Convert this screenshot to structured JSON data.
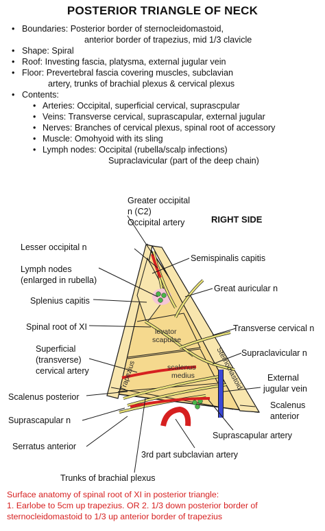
{
  "title": "POSTERIOR TRIANGLE OF NECK",
  "bullets": {
    "boundaries": "Boundaries: Posterior border of sternocleidomastoid,",
    "boundaries_cont": "anterior border of trapezius, mid 1/3 clavicle",
    "shape": "Shape: Spiral",
    "roof": "Roof: Investing fascia, platysma, external jugular vein",
    "floor": "Floor: Prevertebral fascia covering muscles, subclavian",
    "floor_cont": "artery, trunks of brachial plexus & cervical plexus",
    "contents": "Contents:",
    "arteries": "Arteries: Occipital, superficial cervical, suprascpular",
    "veins": "Veins: Transverse cervical, suprascapular, external jugular",
    "nerves": "Nerves: Branches of cervical plexus, spinal root of accessory",
    "muscle": "Muscle: Omohyoid with its sling",
    "lymph": "Lymph nodes: Occipital (rubella/scalp infections)",
    "lymph_cont": "Supraclavicular (part of the deep chain)"
  },
  "diagram": {
    "side_label": "RIGHT SIDE",
    "labels": {
      "greater_occipital_1": "Greater occipital",
      "greater_occipital_2": "n (C2)",
      "occipital_artery": "Occipital artery",
      "lesser_occipital": "Lesser occipital n",
      "semispinalis": "Semispinalis capitis",
      "lymph_1": "Lymph nodes",
      "lymph_2": "(enlarged in rubella)",
      "great_auricular": "Great auricular n",
      "splenius": "Splenius capitis",
      "spinal_root": "Spinal root of XI",
      "transverse_cervical": "Transverse cervical n",
      "superficial_1": "Superficial",
      "superficial_2": "(transverse)",
      "superficial_3": "cervical artery",
      "supraclavicular": "Supraclavicular n",
      "external_jugular_1": "External",
      "external_jugular_2": "jugular vein",
      "scalenus_posterior": "Scalenus posterior",
      "scalenus_anterior_1": "Scalenus",
      "scalenus_anterior_2": "anterior",
      "suprascapular_n": "Suprascapular n",
      "suprascapular_artery": "Suprascapular artery",
      "serratus": "Serratus anterior",
      "subclavian": "3rd part subclavian artery",
      "trunks": "Trunks of brachial plexus"
    },
    "inner": {
      "levator_1": "levator",
      "levator_2": "scapulae",
      "scalenus_medius_1": "scalenus",
      "scalenus_medius_2": "medius",
      "trapezius": "Trapezius",
      "sternomastoid": "Sternomastoid"
    },
    "colors": {
      "muscle": "#f5d98e",
      "muscle_light": "#f8e6ae",
      "outline": "#1a1a1a",
      "nerve": "#e9e27a",
      "artery": "#d62020",
      "vein": "#3a47d6",
      "node": "#49b649",
      "node_bg": "#f4c6d6"
    }
  },
  "footer": {
    "line1": "Surface anatomy of spinal root of XI in posterior triangle:",
    "line2": "1. Earlobe to 5cm up trapezius. OR  2. 1/3 down posterior border of",
    "line3": "sternocleidomastoid to 1/3 up anterior border of trapezius"
  }
}
